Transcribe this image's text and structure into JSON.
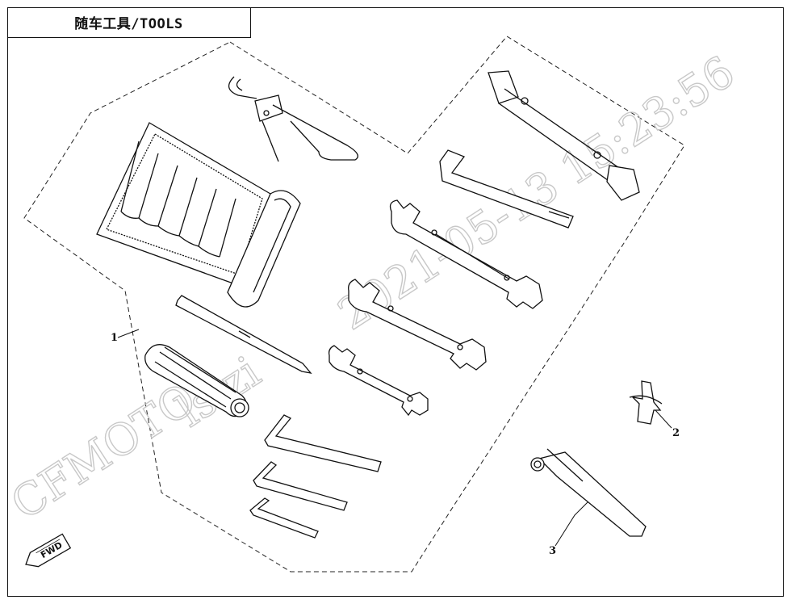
{
  "title": "随车工具/TOOLS",
  "callouts": {
    "c1": "1",
    "c2": "2",
    "c3": "3"
  },
  "watermark": {
    "brand": "CFMOTO",
    "user": "ls-zi",
    "datetime": "2021-05-13 15:23:56"
  },
  "fwd_label": "FWD"
}
